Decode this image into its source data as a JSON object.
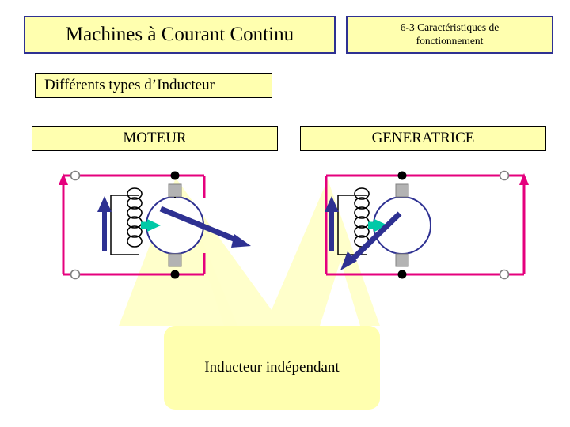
{
  "title": {
    "text": "Machines à Courant Continu"
  },
  "subtitle": {
    "line1": "6-3 Caractéristiques de",
    "line2": "fonctionnement"
  },
  "section": {
    "text": "Différents types d’Inducteur"
  },
  "labels": {
    "moteur": "MOTEUR",
    "generatrice": "GENERATRICE"
  },
  "caption": {
    "text": "Inducteur indépendant"
  },
  "colors": {
    "box_fill": "#ffffaf",
    "title_border": "#2e3192",
    "wire": "#e5007d",
    "arrow_blue": "#2e3192",
    "arrow_green": "#00c9a7",
    "machine_fill": "#ffffff",
    "terminal": "#000000",
    "brush": "#b3b3b3"
  },
  "diagrams": [
    {
      "name": "moteur-circuit",
      "description": "Circuit moteur : inducteur bobiné à gauche, induit circulaire à droite, flèche verte de flux, flèche bleue de tension, bornes rondes sur rail magenta"
    },
    {
      "name": "generatrice-circuit",
      "description": "Circuit génératrice : inducteur bobiné à gauche, induit circulaire à droite, flèche verte de flux, flèche bleue de tension, bornes rondes sur rail magenta"
    }
  ]
}
